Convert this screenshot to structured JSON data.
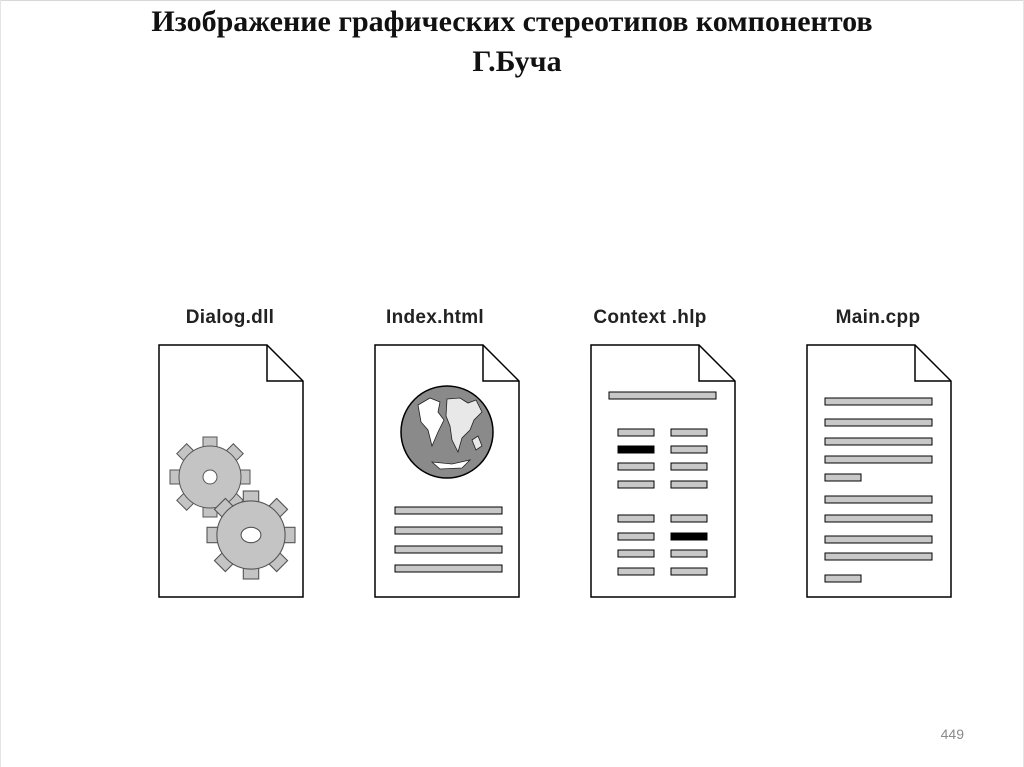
{
  "slide": {
    "title_line1": "Изображение графических стереотипов компонентов",
    "title_line2": "Г.Буча",
    "page_number": "449"
  },
  "components": [
    {
      "label": "Dialog.dll",
      "icon": "gears-icon"
    },
    {
      "label": "Index.html",
      "icon": "globe-icon"
    },
    {
      "label": "Context .hlp",
      "icon": "help-table-icon"
    },
    {
      "label": "Main.cpp",
      "icon": "code-lines-icon"
    }
  ],
  "colors": {
    "bar_fill": "#c8c8c8",
    "highlight_bar": "#000000",
    "gear_fill": "#c4c4c4",
    "globe_fill": "#8a8a8a",
    "outline": "#000000"
  }
}
